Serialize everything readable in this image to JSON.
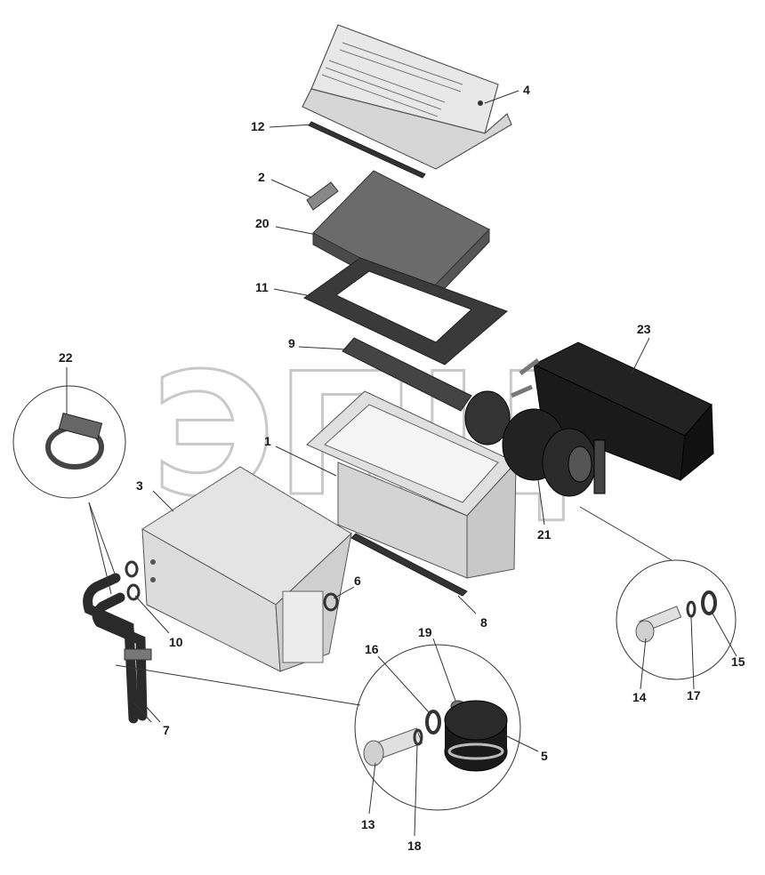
{
  "diagram": {
    "watermark": "ЭПЦ",
    "parts": {
      "p1": "1",
      "p2": "2",
      "p3": "3",
      "p4": "4",
      "p5": "5",
      "p6": "6",
      "p7": "7",
      "p8": "8",
      "p9": "9",
      "p10": "10",
      "p11": "11",
      "p12": "12",
      "p13": "13",
      "p14": "14",
      "p15": "15",
      "p16": "16",
      "p17": "17",
      "p18": "18",
      "p19": "19",
      "p20": "20",
      "p21": "21",
      "p22": "22",
      "p23": "23"
    }
  }
}
